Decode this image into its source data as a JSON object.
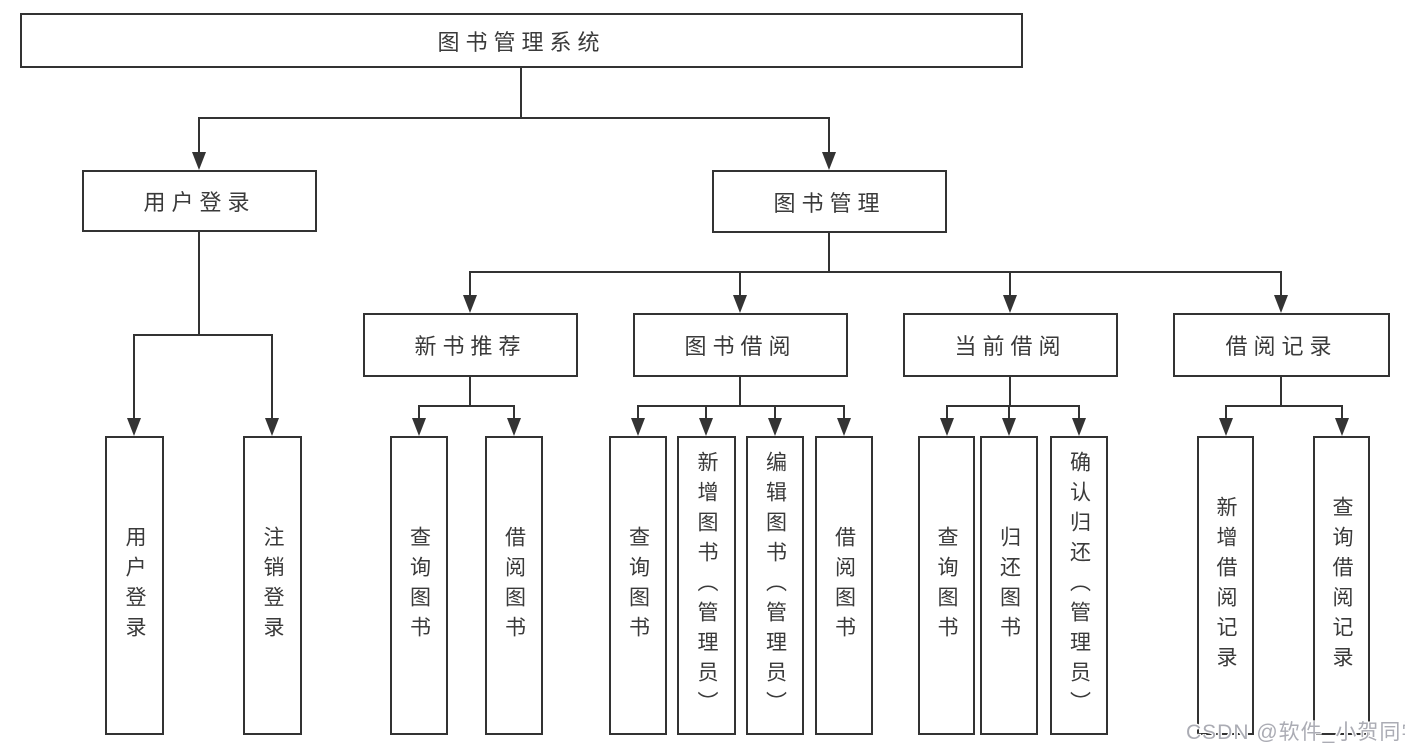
{
  "colors": {
    "background": "#FFFFFF",
    "box_border": "#333333",
    "connector_line": "#333333",
    "text": "#3A3A3A",
    "watermark_text": "#ABACB4"
  },
  "watermark": {
    "text": "CSDN @软件_小贺同学"
  },
  "tree": {
    "label": "图书管理系统",
    "children": [
      {
        "label": "用户登录",
        "children": [
          {
            "label": "用户登录"
          },
          {
            "label": "注销登录"
          }
        ]
      },
      {
        "label": "图书管理",
        "children": [
          {
            "label": "新书推荐",
            "children": [
              {
                "label": "查询图书"
              },
              {
                "label": "借阅图书"
              }
            ]
          },
          {
            "label": "图书借阅",
            "children": [
              {
                "label": "查询图书"
              },
              {
                "label": "新增图书（管理员）"
              },
              {
                "label": "编辑图书（管理员）"
              },
              {
                "label": "借阅图书"
              }
            ]
          },
          {
            "label": "当前借阅",
            "children": [
              {
                "label": "查询图书"
              },
              {
                "label": "归还图书"
              },
              {
                "label": "确认归还（管理员）"
              }
            ]
          },
          {
            "label": "借阅记录",
            "children": [
              {
                "label": "新增借阅记录"
              },
              {
                "label": "查询借阅记录"
              }
            ]
          }
        ]
      }
    ]
  }
}
